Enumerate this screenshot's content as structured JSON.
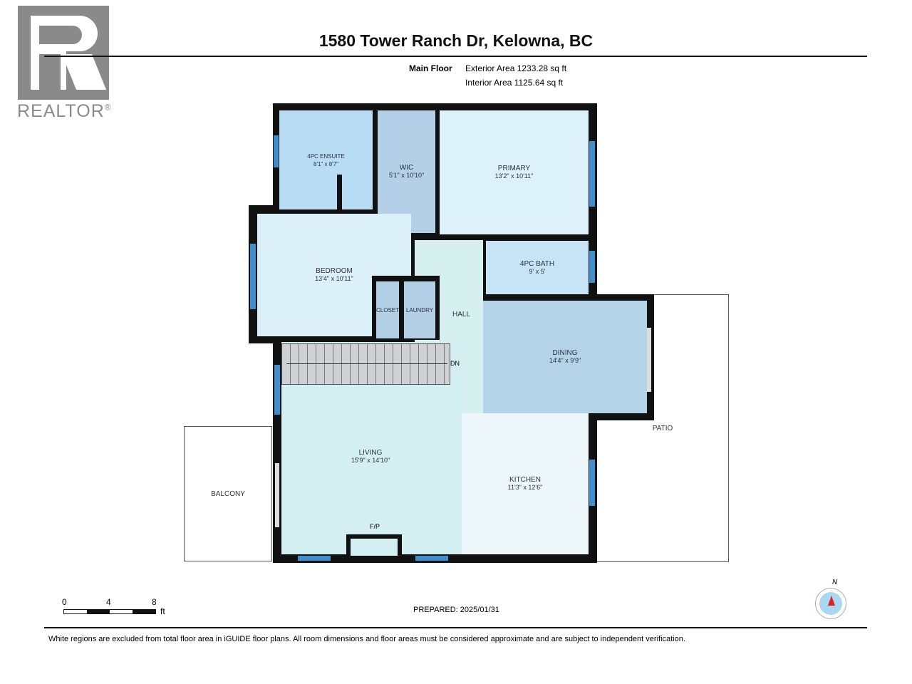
{
  "logo": {
    "text": "REALTOR",
    "mark": "®"
  },
  "title": "1580 Tower Ranch Dr, Kelowna, BC",
  "floor": {
    "name": "Main Floor",
    "exterior": "Exterior Area 1233.28 sq ft",
    "interior": "Interior Area 1125.64 sq ft"
  },
  "rooms": {
    "ensuite": {
      "name": "4PC ENSUITE",
      "dim": "8'1\" x 8'7\""
    },
    "wic": {
      "name": "WIC",
      "dim": "5'1\" x 10'10\""
    },
    "primary": {
      "name": "PRIMARY",
      "dim": "13'2\" x 10'11\""
    },
    "bedroom": {
      "name": "BEDROOM",
      "dim": "13'4\" x 10'11\""
    },
    "bath": {
      "name": "4PC BATH",
      "dim": "9' x 5'"
    },
    "closet": {
      "name": "CLOSET"
    },
    "laundry": {
      "name": "LAUNDRY"
    },
    "hall": {
      "name": "HALL"
    },
    "dining": {
      "name": "DINING",
      "dim": "14'4\" x 9'9\""
    },
    "living": {
      "name": "LIVING",
      "dim": "15'9\" x 14'10\""
    },
    "kitchen": {
      "name": "KITCHEN",
      "dim": "11'3\" x 12'6\""
    },
    "balcony": {
      "name": "BALCONY"
    },
    "patio": {
      "name": "PATIO"
    },
    "fp": {
      "name": "F/P"
    },
    "stairs": {
      "name": "DN"
    }
  },
  "scale": {
    "labels": [
      "0",
      "4",
      "8"
    ],
    "unit": "ft"
  },
  "prepared": "PREPARED: 2025/01/31",
  "compass": "N",
  "disclaimer": "White regions are excluded from total floor area in iGUIDE floor plans. All room dimensions and floor areas must be considered approximate and are subject to independent verification."
}
